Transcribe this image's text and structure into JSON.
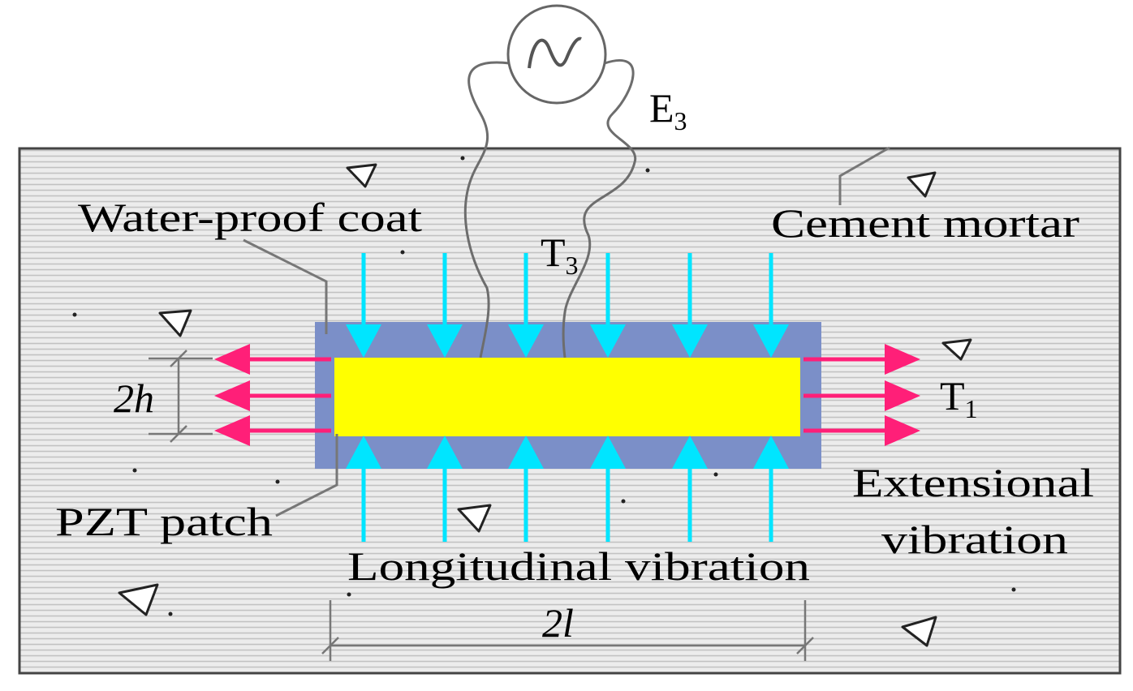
{
  "labels": {
    "e3": {
      "base": "E",
      "sub": "3"
    },
    "t3": {
      "base": "T",
      "sub": "3"
    },
    "t1": {
      "base": "T",
      "sub": "1"
    },
    "water_proof_coat": "Water-proof coat",
    "cement_mortar": "Cement mortar",
    "pzt_patch": "PZT patch",
    "longitudinal_vibration": "Longitudinal vibration",
    "extensional_vibration_line1": "Extensional",
    "extensional_vibration_line2": "vibration",
    "thickness_dim": "2h",
    "length_dim": "2l"
  },
  "colors": {
    "mortar_fill": "#e8e8e8",
    "hatch": "#c4c4c4",
    "coat": "#7b8fc8",
    "pzt": "#ffff00",
    "longitudinal_arrow": "#00e5ff",
    "extensional_arrow": "#ff1f78",
    "wire": "#6d6d6d",
    "leader": "#7a7a7a"
  },
  "icons": {
    "source": "ac-source-icon",
    "aggregate": "aggregate-triangle-icon"
  }
}
